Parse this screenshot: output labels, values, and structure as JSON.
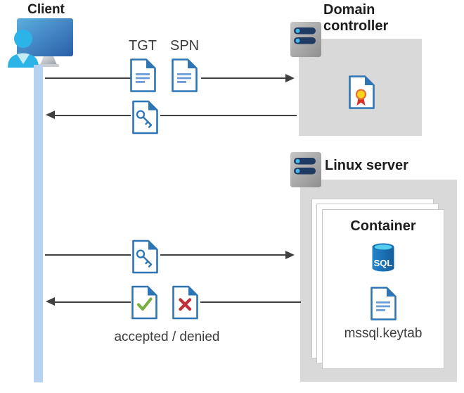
{
  "colors": {
    "band_blue": "#b7d2f1",
    "box_gray": "#d9d9d9",
    "arrow_gray": "#404040",
    "doc_blue": "#2e75b6",
    "doc_text_blue": "#6d9eda",
    "check_green": "#76b041",
    "cross_red": "#bf3036",
    "seal_yellow": "#ffd21e",
    "seal_ring_orange": "#e46f2e",
    "ribbon_red": "#d6322a",
    "sql_body_blue": "#1b76bf",
    "sql_top_cyan": "#55cdec",
    "server_bar_navy": "#203b63",
    "server_dot_cyan": "#42b9e9",
    "card_border": "#c9c9c9",
    "label_dark": "#1d1d1d",
    "label_gray": "#3c3c3c"
  },
  "client": {
    "label": "Client"
  },
  "domain_controller": {
    "label": "Domain controller"
  },
  "linux_server": {
    "label": "Linux server"
  },
  "container": {
    "title": "Container",
    "sql_badge": "SQL",
    "keytab_label": "mssql.keytab"
  },
  "messages": {
    "tgt": "TGT",
    "spn": "SPN",
    "accepted_denied": "accepted / denied"
  },
  "icons": {
    "client": "user-at-monitor-icon",
    "server": "server-rack-icon",
    "ticket": "document-icon",
    "session_key": "key-document-icon",
    "accepted": "check-document-icon",
    "denied": "cross-document-icon",
    "certificate": "certificate-document-icon",
    "database": "sql-database-cylinder-icon"
  }
}
